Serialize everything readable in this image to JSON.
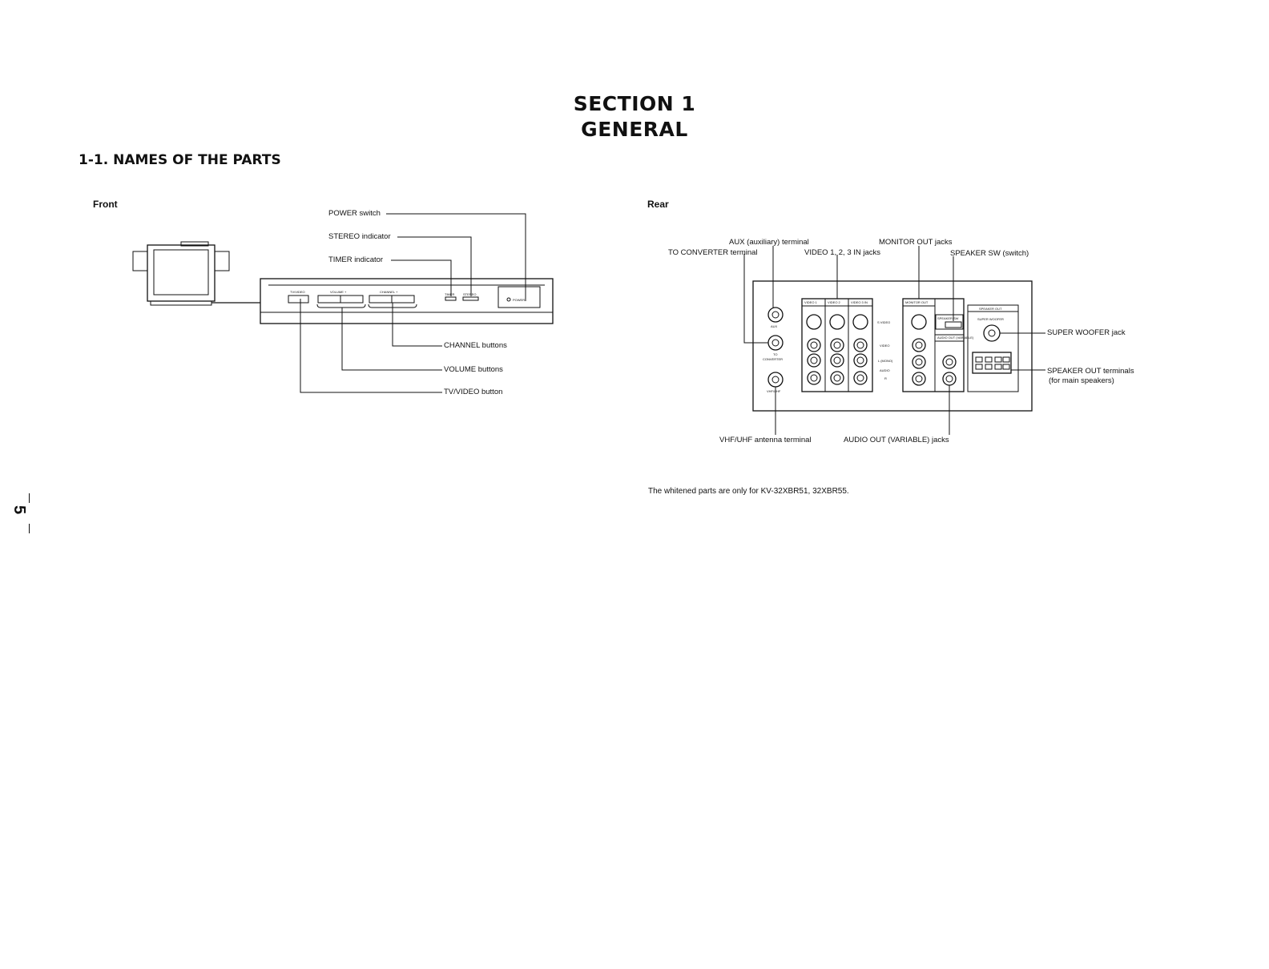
{
  "section": {
    "line1": "SECTION 1",
    "line2": "GENERAL",
    "subtitle": "1-1.  NAMES OF THE PARTS"
  },
  "front": {
    "label": "Front",
    "callouts": {
      "power": "POWER switch",
      "stereo": "STEREO indicator",
      "timer": "TIMER indicator",
      "channel": "CHANNEL buttons",
      "volume": "VOLUME buttons",
      "tvvideo": "TV/VIDEO button"
    },
    "panel": {
      "tvvideo": "TV/VIDEO",
      "volume": "VOLUME  +",
      "channel": "CHANNEL  +",
      "timer": "TIMER",
      "stereo": "STEREO",
      "power": "POWER"
    }
  },
  "rear": {
    "label": "Rear",
    "callouts": {
      "aux": "AUX (auxiliary) terminal",
      "to_converter": "TO CONVERTER terminal",
      "video_in": "VIDEO 1, 2, 3 IN jacks",
      "monitor_out": "MONITOR OUT jacks",
      "speaker_sw": "SPEAKER SW (switch)",
      "super_woofer": "SUPER WOOFER jack",
      "speaker_out_1": "SPEAKER OUT terminals",
      "speaker_out_2": "(for main speakers)",
      "vhf_uhf": "VHF/UHF antenna terminal",
      "audio_out": "AUDIO OUT (VARIABLE) jacks"
    },
    "panel": {
      "aux": "AUX",
      "to_conv_1": "TO",
      "to_conv_2": "CONVERTER",
      "vhf": "VHF/UHF",
      "s_video": "S VIDEO",
      "video": "VIDEO",
      "l_mono": "L (MONO)",
      "audio": "AUDIO",
      "r": "R",
      "video1": "VIDEO 1",
      "video2": "VIDEO 2",
      "video3": "VIDEO 3 IN",
      "monitor_out": "MONITOR OUT",
      "speaker_sw": "SPEAKER SW",
      "audio_out": "AUDIO OUT (VARIABLE)",
      "speaker_out": "SPEAKER OUT",
      "super_woofer": "SUPER WOOFER"
    }
  },
  "note": "The whitened parts are only for KV-32XBR51, 32XBR55.",
  "page_number": "5"
}
